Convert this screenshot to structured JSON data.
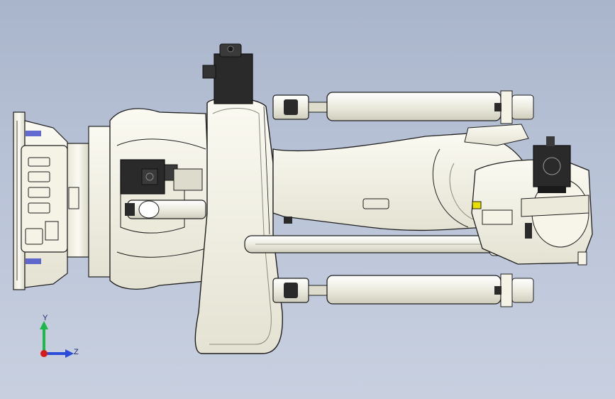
{
  "viewport": {
    "background_top": "#a9b5cb",
    "background_bottom": "#c8d0e0"
  },
  "model": {
    "subject": "industrial-robot-arm-top-view",
    "body_color": "#f3f1e4",
    "shadow_color": "#d8d6c6",
    "outline_color": "#1e1e1e",
    "dark_part_color": "#2a2a2a",
    "accent_yellow": "#e8e000",
    "accent_blue": "#3d47c8"
  },
  "triad": {
    "y_label": "Y",
    "z_label": "Z",
    "y_color": "#1db84a",
    "z_color": "#2a4cd8",
    "x_color": "#d81a1a"
  }
}
